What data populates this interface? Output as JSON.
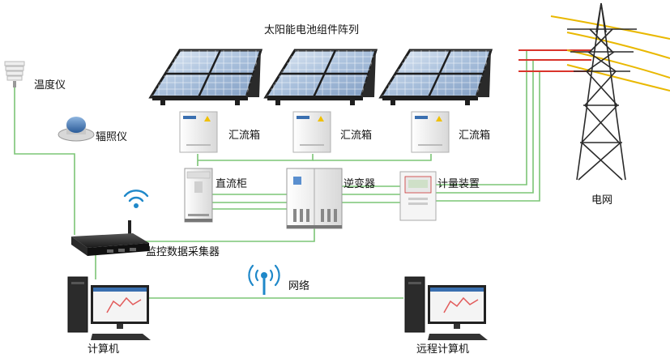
{
  "labels": {
    "solar_array": "太阳能电池组件阵列",
    "thermometer": "温度仪",
    "irradiance_meter": "辐照仪",
    "combiner_box_1": "汇流箱",
    "combiner_box_2": "汇流箱",
    "combiner_box_3": "汇流箱",
    "dc_cabinet": "直流柜",
    "inverter": "逆变器",
    "metering_device": "计量装置",
    "grid": "电网",
    "data_collector": "监控数据采集器",
    "network": "网络",
    "computer": "计算机",
    "remote_computer": "远程计算机"
  },
  "colors": {
    "line_green": "#7cc576",
    "grid_red": "#d9342b",
    "grid_yellow": "#e9b800",
    "panel_blue": "#9fb8d8",
    "frame_dark": "#1e1e1e",
    "cabinet_white": "#f2f2f2",
    "wireless_blue": "#1f88c9"
  }
}
